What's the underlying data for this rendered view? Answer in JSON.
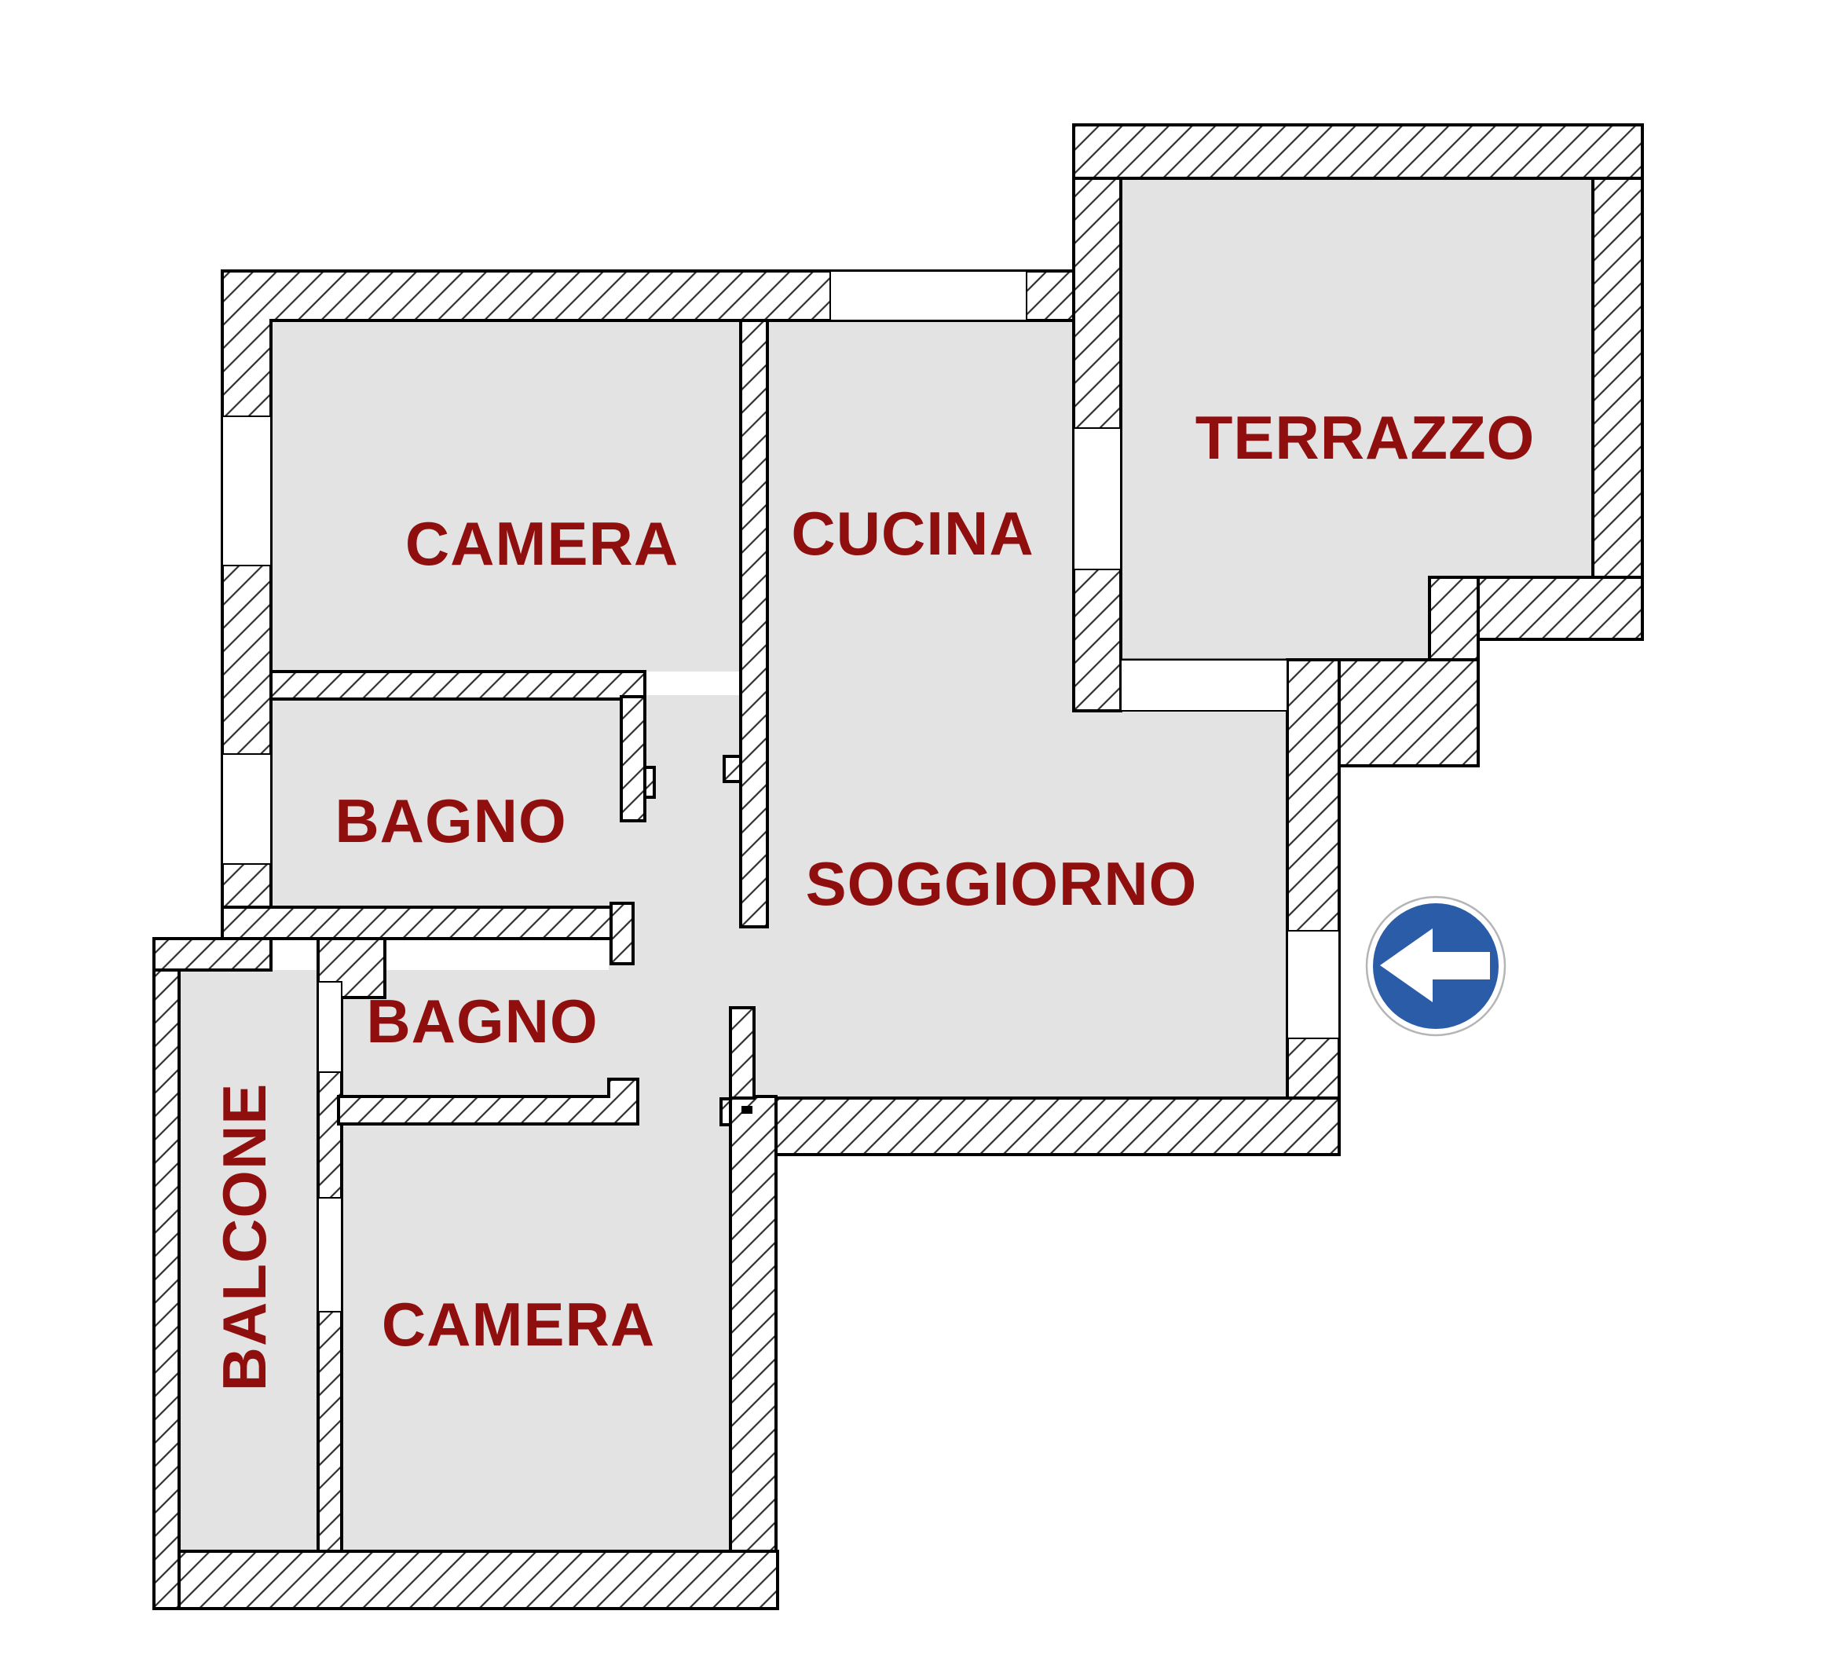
{
  "plan": {
    "type": "apartment-floor-plan",
    "rooms": [
      {
        "id": "camera-1",
        "label": "CAMERA"
      },
      {
        "id": "cucina",
        "label": "CUCINA"
      },
      {
        "id": "terrazzo",
        "label": "TERRAZZO"
      },
      {
        "id": "bagno-1",
        "label": "BAGNO"
      },
      {
        "id": "soggiorno",
        "label": "SOGGIORNO"
      },
      {
        "id": "bagno-2",
        "label": "BAGNO"
      },
      {
        "id": "camera-2",
        "label": "CAMERA"
      },
      {
        "id": "balcone",
        "label": "BALCONE",
        "orientation": "vertical"
      }
    ]
  },
  "sign": {
    "type": "mandatory-direction-left-sign",
    "arrow_direction": "left"
  },
  "colors": {
    "background": "#ffffff",
    "floor": "#e3e3e3",
    "wall_fill": "#ffffff",
    "wall_outline": "#000000",
    "hatch_line": "#2f2f2f",
    "label": "#8f0f0f",
    "sign_blue": "#2b5ca8",
    "sign_ring": "#b5b5b5",
    "arrow_white": "#ffffff"
  }
}
